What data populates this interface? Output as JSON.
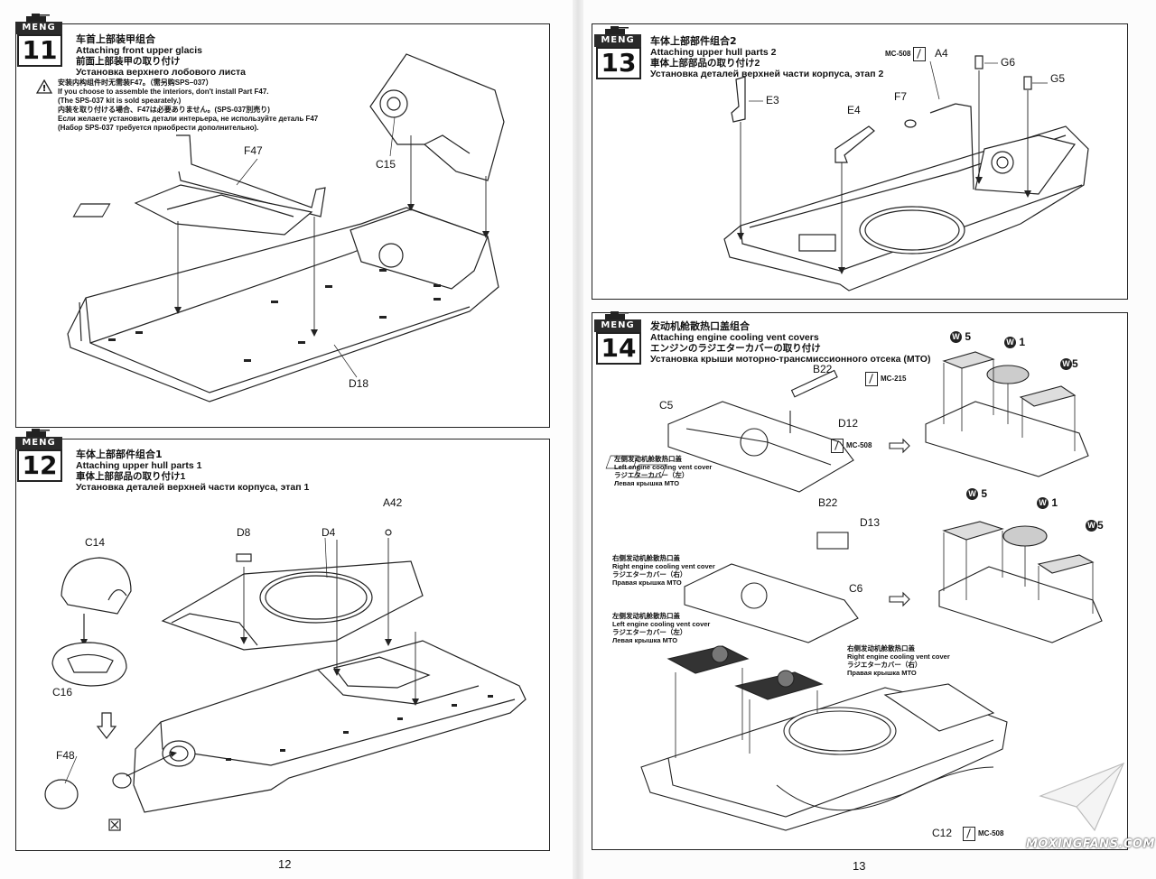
{
  "brand": "MENG",
  "pages": {
    "left": "12",
    "right": "13"
  },
  "watermark": "MOXINGFANS.COM",
  "steps": {
    "s11": {
      "number": "11",
      "zh": "车首上部装甲组合",
      "en": "Attaching front upper glacis",
      "jp": "前面上部装甲の取り付け",
      "ru": "Установка верхнего лобового листа",
      "note": [
        "安装内构组件时无需装F47。（需另购SPS–037）",
        "If you choose to assemble the interiors, don't install Part F47.",
        "(The SPS-037 kit is sold spearately.)",
        "内装を取り付ける場合、F47は必要ありません。(SPS-037別売り)",
        "Если желаете установить детали интерьера, не используйте деталь F47",
        "(Набор SPS-037 требуется приобрести дополнительно)."
      ],
      "parts": {
        "f47": "F47",
        "c15": "C15",
        "d18": "D18"
      }
    },
    "s12": {
      "number": "12",
      "zh": "车体上部部件组合1",
      "en": "Attaching upper hull parts 1",
      "jp": "車体上部部品の取り付け1",
      "ru": "Установка деталей верхней части корпуса, этап 1",
      "parts": {
        "c14": "C14",
        "c16": "C16",
        "d8": "D8",
        "d4": "D4",
        "a42": "A42",
        "f48": "F48"
      }
    },
    "s13": {
      "number": "13",
      "zh": "车体上部部件组合2",
      "en": "Attaching upper hull parts 2",
      "jp": "車体上部部品の取り付け2",
      "ru": "Установка деталей верхней части корпуса, этап 2",
      "cement": "MC-508",
      "parts": {
        "a4": "A4",
        "g6": "G6",
        "g5": "G5",
        "e3": "E3",
        "e4": "E4",
        "f7": "F7"
      }
    },
    "s14": {
      "number": "14",
      "zh": "发动机舱散热口盖组合",
      "en": "Attaching engine cooling vent covers",
      "jp": "エンジンのラジエターカバーの取り付け",
      "ru": "Установка крыши моторно-трансмиссионного отсека (МТО)",
      "parts": {
        "b22a": "B22",
        "b22b": "B22",
        "c5": "C5",
        "d12": "D12",
        "d13": "D13",
        "c6": "C6",
        "c12": "C12"
      },
      "cements": {
        "mc215": "MC-215",
        "mc508a": "MC-508",
        "mc508b": "MC-508"
      },
      "paints": {
        "w5a": "5",
        "w1a": "1",
        "w5b": "5",
        "w5c": "5",
        "w1b": "1",
        "w5d": "5",
        "w_letter": "W"
      },
      "left_cover": [
        "左侧发动机舱散热口盖",
        "Left engine cooling vent cover",
        "ラジエターカバー（左）",
        "Левая крышка МТО"
      ],
      "right_cover": [
        "右侧发动机舱散热口盖",
        "Right engine cooling vent cover",
        "ラジエターカバー（右）",
        "Правая крышка МТО"
      ]
    }
  }
}
